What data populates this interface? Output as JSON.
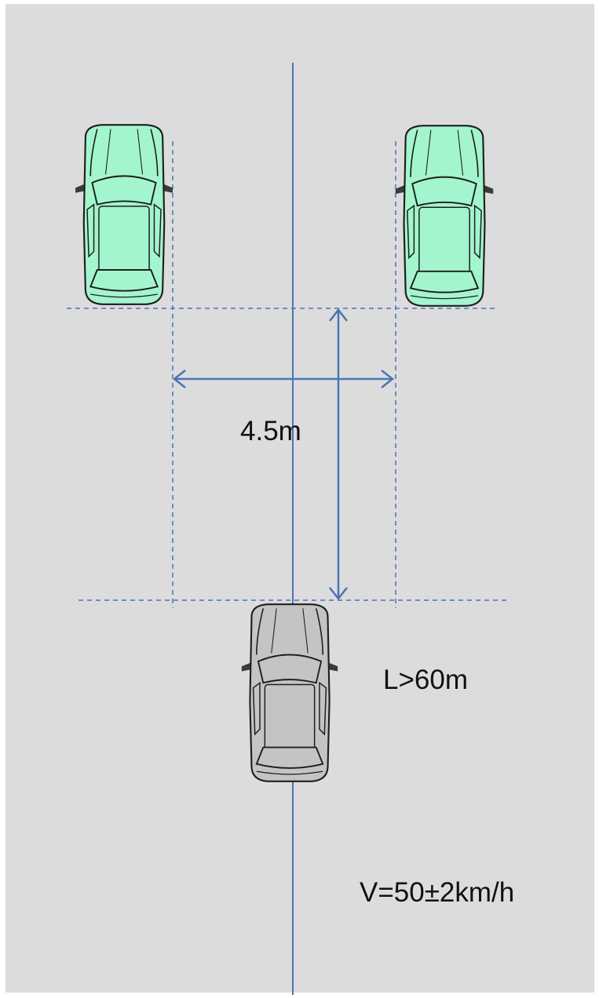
{
  "labels": {
    "gap_width": "4.5m",
    "distance": "L>60m",
    "speed": "V=50±2km/h"
  },
  "colors": {
    "background": "#dcdcdc",
    "line": "#4a74b6",
    "target_car_body": "#a3f5cd",
    "test_car_body": "#c4c4c4",
    "test_car_glass": "#c8ffff",
    "outline": "#1e1e1e"
  },
  "icons": {
    "parked_car_left": "car-top-view-icon",
    "parked_car_right": "car-top-view-icon",
    "test_vehicle": "car-top-view-icon"
  }
}
